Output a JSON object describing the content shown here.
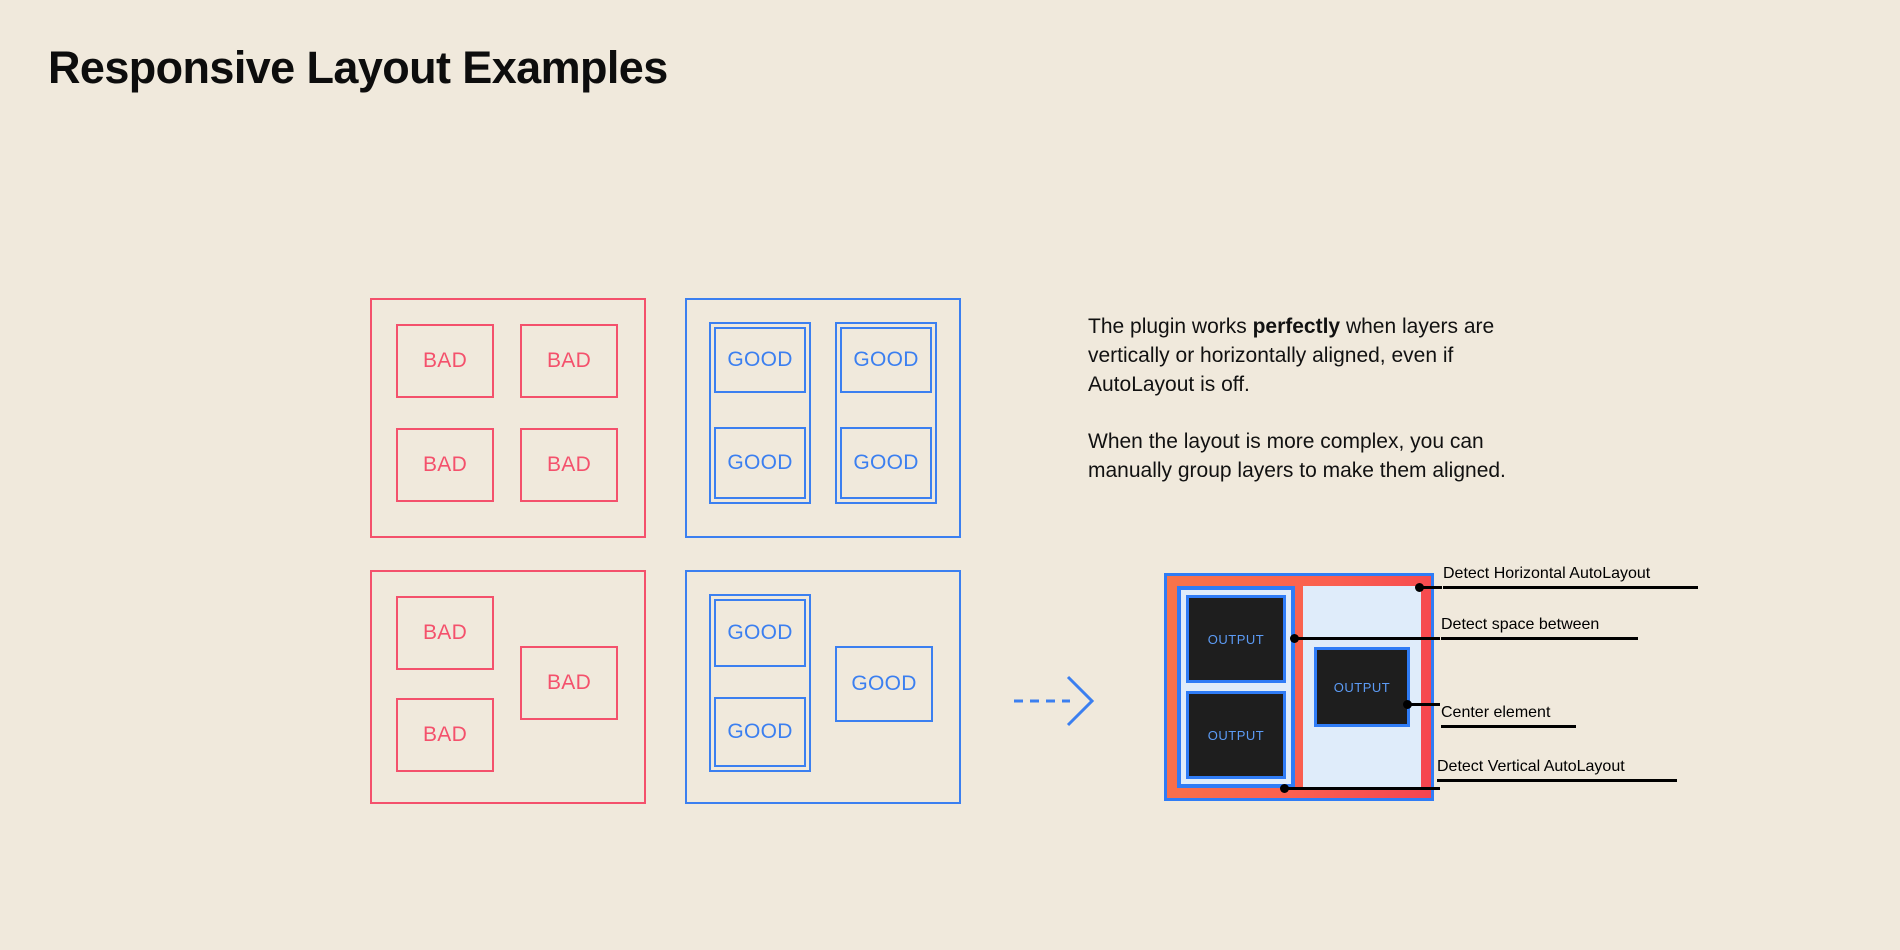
{
  "page": {
    "title": "Responsive Layout Examples",
    "background_color": "#f0e9dc"
  },
  "colors": {
    "bad": "#f4516c",
    "good": "#3b7ff0",
    "accent_blue": "#2f7cf6",
    "coral_start": "#f8744a",
    "coral_end": "#f5444f",
    "panel_light_blue": "#dfecfa",
    "output_dark": "#1e1e1e",
    "output_text": "#5c9bf5",
    "text": "#111111"
  },
  "labels": {
    "bad": "BAD",
    "good": "GOOD",
    "output": "OUTPUT"
  },
  "examples": {
    "panels": [
      {
        "id": "bad-grid",
        "kind": "bad",
        "cells": [
          "BAD",
          "BAD",
          "BAD",
          "BAD"
        ]
      },
      {
        "id": "good-grid",
        "kind": "good",
        "cells": [
          "GOOD",
          "GOOD",
          "GOOD",
          "GOOD"
        ]
      },
      {
        "id": "bad-complex",
        "kind": "bad",
        "cells": [
          "BAD",
          "BAD",
          "BAD"
        ]
      },
      {
        "id": "good-complex",
        "kind": "good",
        "cells": [
          "GOOD",
          "GOOD",
          "GOOD"
        ]
      }
    ]
  },
  "copy": {
    "paragraph1_before": "The plugin works ",
    "paragraph1_bold": "perfectly",
    "paragraph1_after": " when layers are vertically or horizontally aligned, even if AutoLayout is off.",
    "paragraph2": "When the layout is more complex, you can manually group layers to make them aligned."
  },
  "mockup": {
    "left_column": [
      "OUTPUT",
      "OUTPUT"
    ],
    "right_column": [
      "OUTPUT"
    ]
  },
  "annotations": [
    {
      "id": "detect-horizontal-autolayout",
      "label": "Detect Horizontal AutoLayout"
    },
    {
      "id": "detect-space-between",
      "label": "Detect space between"
    },
    {
      "id": "center-element",
      "label": "Center element"
    },
    {
      "id": "detect-vertical-autolayout",
      "label": "Detect Vertical AutoLayout"
    }
  ]
}
